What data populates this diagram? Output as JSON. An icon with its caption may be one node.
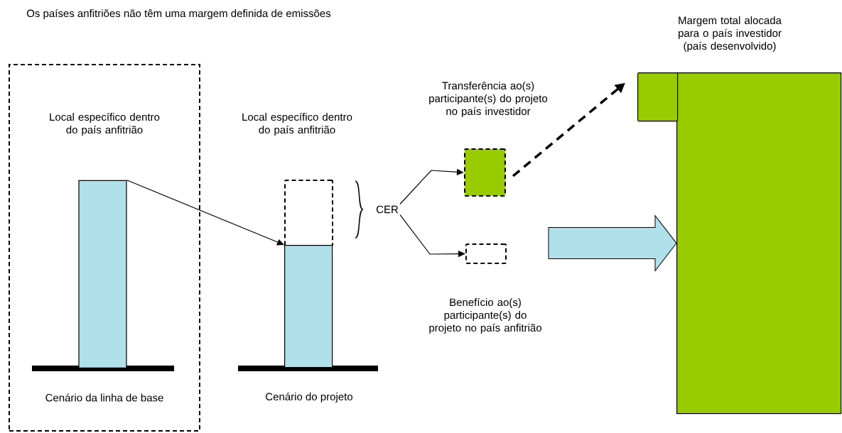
{
  "diagram": {
    "title": "Os países anfitriões não têm uma margem definida de emissões",
    "nodes": [
      {
        "text": [
          "Local específico dentro do país anfitrião",
          "Cenário da linha de base"
        ]
      },
      {
        "text": [],
        "shape": "bar",
        "in": 0
      },
      {
        "text": [],
        "shape": "box"
      },
      {
        "text": [],
        "shape": "bar"
      },
      {
        "text": [
          "CER"
        ]
      },
      {
        "text": [],
        "shape": "box",
        "beside": [
          "Transferência ao(s) participante(s) do projeto no país investidor"
        ]
      },
      {
        "text": [],
        "shape": "box",
        "beside": [
          "Benefício ao(s) participante(s) do projeto no país anfitrião"
        ]
      },
      {
        "text": [
          "Margem total alocada para o país investidor (país desenvolvido)"
        ]
      },
      {
        "text": [],
        "shape": "box"
      }
    ],
    "edges": [
      {
        "from": 1,
        "to": 3,
        "arrow": "to"
      },
      {
        "from": 4,
        "to": 5,
        "arrow": "to"
      },
      {
        "from": 4,
        "to": 6,
        "arrow": "to"
      },
      {
        "from": 5,
        "to": 8,
        "arrow": "to",
        "style": "dashed"
      },
      {
        "from": null,
        "to": 7,
        "arrow": "to",
        "style": "thick",
        "color": "#b0e0ea"
      }
    ],
    "labels": [
      "Local específico dentro do país anfitrião",
      "Cenário do projeto"
    ]
  }
}
